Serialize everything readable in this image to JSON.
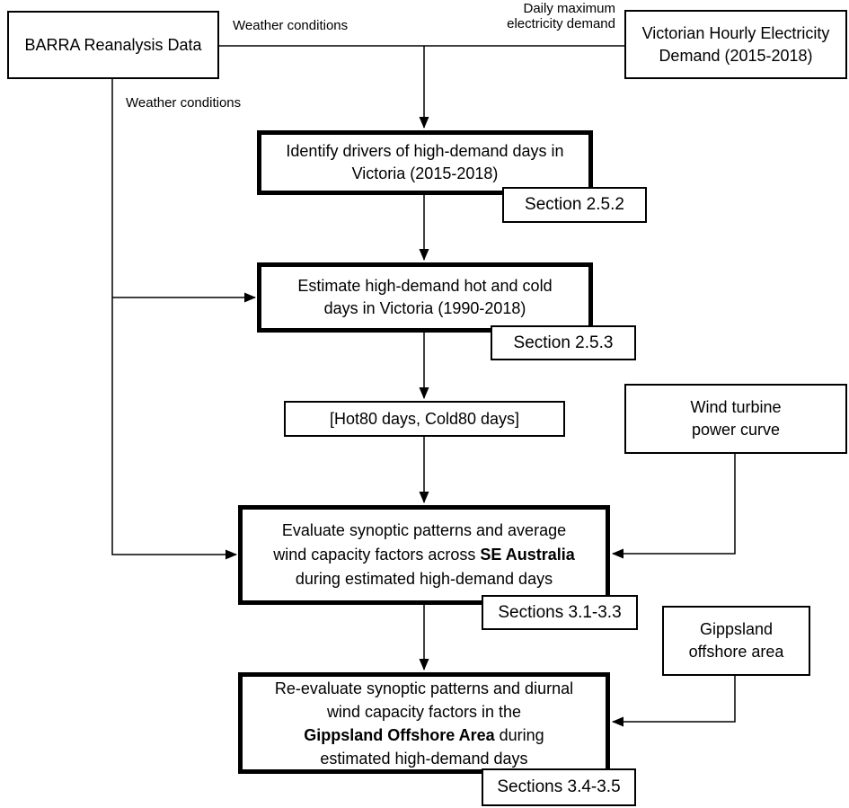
{
  "diagram": {
    "background_color": "#ffffff",
    "line_color": "#000000"
  },
  "labels": {
    "weather_conditions_top": "Weather conditions",
    "weather_conditions_left": "Weather conditions",
    "daily_max_demand": "Daily maximum electricity demand"
  },
  "boxes": {
    "barra": {
      "text": "BARRA Reanalysis Data"
    },
    "victorian_demand": {
      "lines": [
        "Victorian Hourly Electricity",
        "Demand (2015-2018)"
      ]
    },
    "identify_drivers": {
      "lines": [
        "Identify drivers of high-demand days in",
        "Victoria (2015-2018)"
      ],
      "tag": "Section 2.5.2"
    },
    "estimate_days": {
      "lines": [
        "Estimate high-demand hot and cold",
        "days in Victoria (1990-2018)"
      ],
      "tag": "Section 2.5.3"
    },
    "hot80": {
      "text": "[Hot80 days, Cold80 days]"
    },
    "wind_turbine": {
      "lines": [
        "Wind turbine",
        "power curve"
      ]
    },
    "evaluate": {
      "line1": "Evaluate synoptic patterns and average",
      "line2_pre": "wind capacity factors across ",
      "line2_bold": "SE Australia",
      "line3": "during estimated high-demand days",
      "tag": "Sections 3.1-3.3"
    },
    "gippsland": {
      "lines": [
        "Gippsland",
        "offshore area"
      ]
    },
    "reevaluate": {
      "line1": "Re-evaluate synoptic patterns and diurnal",
      "line2": "wind capacity factors in the",
      "line3_bold": "Gippsland Offshore Area",
      "line3_post": " during",
      "line4": "estimated high-demand days",
      "tag": "Sections 3.4-3.5"
    }
  }
}
